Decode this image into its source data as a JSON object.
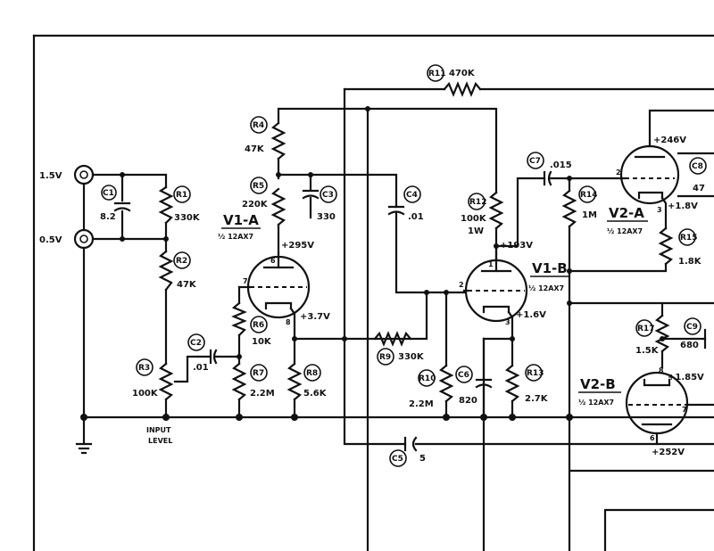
{
  "inputs": {
    "in1": "1.5V",
    "in2": "0.5V"
  },
  "refs": {
    "c1": "C1",
    "r1": "R1",
    "r2": "R2",
    "r3": "R3",
    "c2": "C2",
    "r4": "R4",
    "r5": "R5",
    "c3": "C3",
    "r6": "R6",
    "r7": "R7",
    "r8": "R8",
    "c4": "C4",
    "r9": "R9",
    "r10": "R10",
    "c5": "C5",
    "c6": "C6",
    "r11": "R11",
    "r12": "R12",
    "r13": "R13",
    "c7": "C7",
    "r14": "R14",
    "c8": "C8",
    "r15": "R15",
    "r17": "R17",
    "c9": "C9"
  },
  "values": {
    "c1": "8.2",
    "r1": "330K",
    "r2": "47K",
    "r3": "100K",
    "c2": ".01",
    "r4": "47K",
    "r5": "220K",
    "c3": "330",
    "r6": "10K",
    "r7": "2.2M",
    "r8": "5.6K",
    "c4": ".01",
    "r9": "330K",
    "r10": "2.2M",
    "c5": "5",
    "c6": "820",
    "r11": "470K",
    "r12": "100K",
    "r12_w": "1W",
    "r13": "2.7K",
    "c7": ".015",
    "r14": "1M",
    "c8": "47",
    "r15": "1.8K",
    "r17": "1.5K",
    "c9": "680"
  },
  "tubes": {
    "v1a_name": "V1-A",
    "v1a_type": "½ 12AX7",
    "v1b_name": "V1-B",
    "v1b_type": "½ 12AX7",
    "v2a_name": "V2-A",
    "v2a_type": "½ 12AX7",
    "v2b_name": "V2-B",
    "v2b_type": "½ 12AX7"
  },
  "voltages": {
    "v1a_plate": "+295V",
    "v1a_cathode": "+3.7V",
    "v1b_plate": "+193V",
    "v1b_cathode": "+1.6V",
    "v2a_plate": "+246V",
    "v2a_cathode": "+1.8V",
    "v2b_cathode": "+1.85V",
    "v2b_plate": "+252V"
  },
  "pins": {
    "p6": "6",
    "p7": "7",
    "p8": "8",
    "p1": "1",
    "p2": "2",
    "p3": "3",
    "p2b": "2",
    "p3b": "3",
    "p8b": "8",
    "p7b": "7",
    "p6b": "6"
  },
  "control": {
    "line1": "INPUT",
    "line2": "LEVEL"
  }
}
